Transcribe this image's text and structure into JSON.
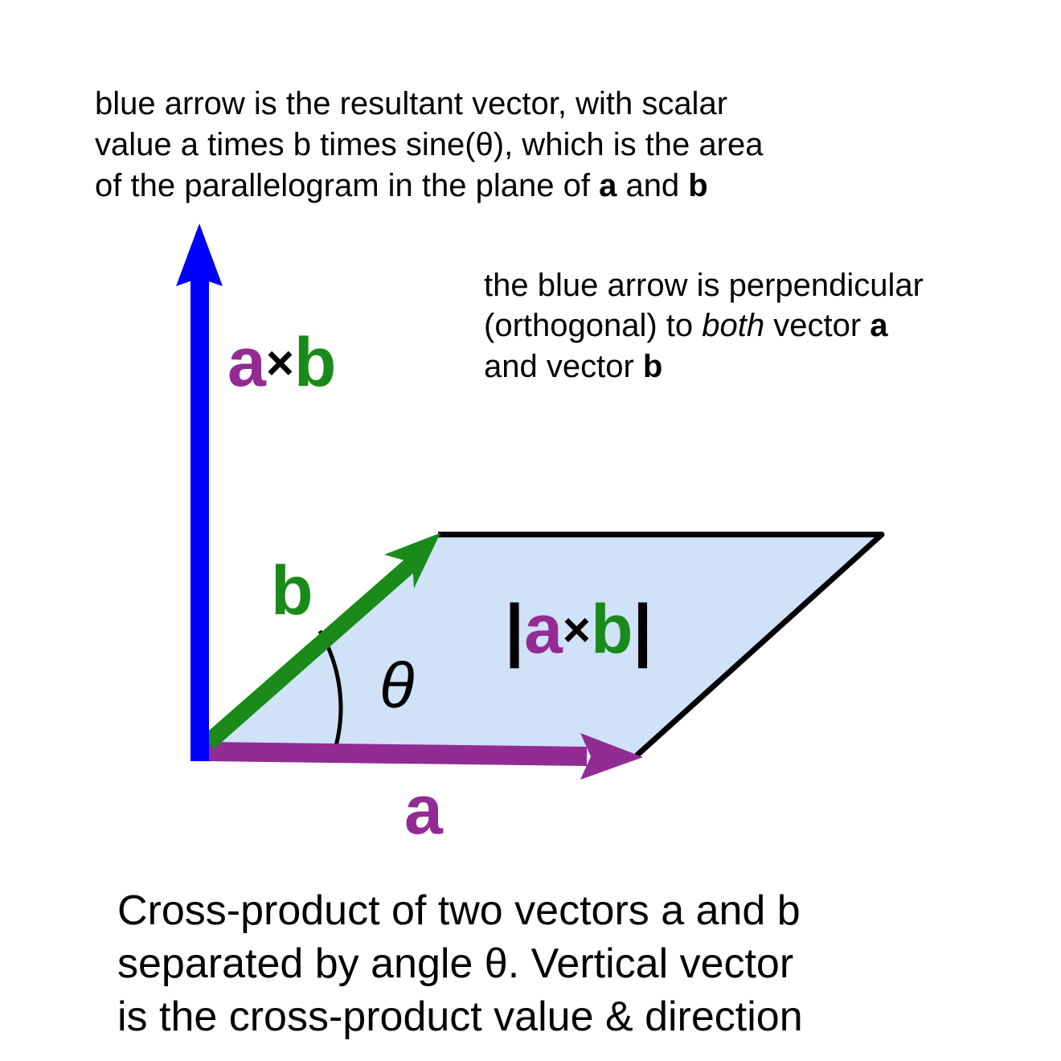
{
  "top_note": {
    "line1": "blue arrow is the resultant vector, with scalar",
    "line2": "value a times b times sine(θ), which is the area",
    "line3_pre": "of the parallelogram in the plane of ",
    "line3_a": "a",
    "line3_mid": " and ",
    "line3_b": "b"
  },
  "side_note": {
    "line1": "the blue arrow is perpendicular",
    "line2_pre": "(orthogonal) to ",
    "line2_em": "both",
    "line2_mid": " vector ",
    "line2_a": "a",
    "line3_pre": "and vector ",
    "line3_b": "b"
  },
  "labels": {
    "axb_a": "a",
    "axb_x": "×",
    "axb_b": "b",
    "b": "b",
    "a": "a",
    "theta": "θ",
    "area_bar1": "|",
    "area_a": "a",
    "area_x": "×",
    "area_b": "b",
    "area_bar2": "|"
  },
  "caption": {
    "line1": "Cross-product of two vectors a and b",
    "line2": "separated by angle θ. Vertical vector",
    "line3": "is the cross-product value & direction"
  },
  "colors": {
    "cross_product_vector": "#0000ff",
    "vector_a": "#922b94",
    "vector_b": "#1a8a1a",
    "parallelogram_fill": "#d0e2f8",
    "outline": "#000000"
  }
}
